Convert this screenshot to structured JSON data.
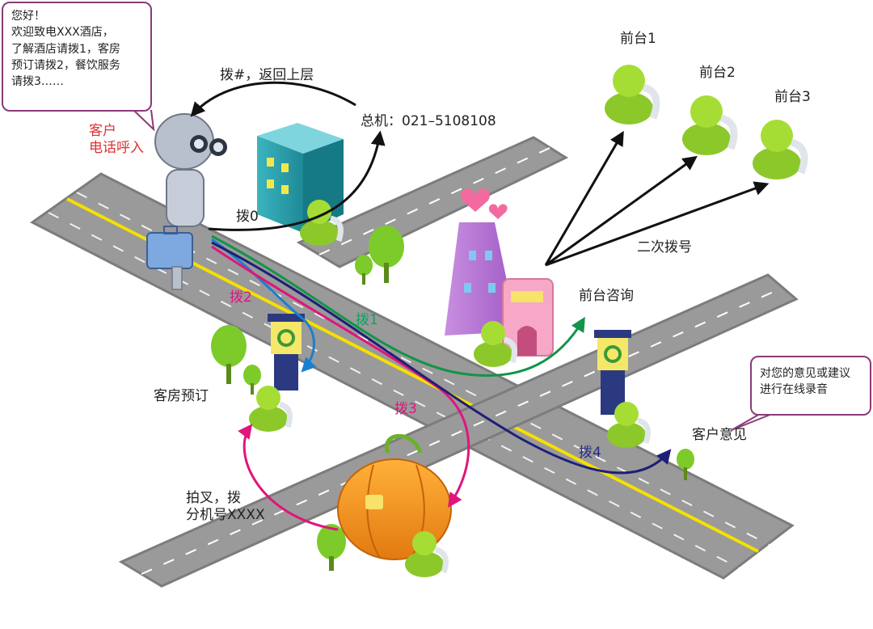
{
  "welcome_bubble": {
    "lines": [
      "您好！",
      "欢迎致电XXX酒店，",
      "了解酒店请拨1，客房",
      "预订请拨2，餐饮服务",
      "请拨3……"
    ]
  },
  "customer_label": {
    "lines": [
      "客户",
      "电话呼入"
    ]
  },
  "main_line": "总机：021–5108108",
  "dial_hash": "拨#，返回上层",
  "dial_0": "拨0",
  "dial_1": "拨1",
  "dial_2": "拨2",
  "dial_3": "拨3",
  "dial_4": "拨4",
  "front_desks": [
    "前台1",
    "前台2",
    "前台3"
  ],
  "second_dial": "二次拨号",
  "front_desk_consult": "前台咨询",
  "room_booking": "客房预订",
  "extension": {
    "lines": [
      "拍叉，拨",
      "分机号XXXX"
    ]
  },
  "feedback": "客户意见",
  "recording_bubble": {
    "lines": [
      "对您的意见或建议",
      "进行在线录音"
    ]
  },
  "colors": {
    "road": "#9a9a9a",
    "road_edge": "#808080",
    "center_line": "#f5e000",
    "dial1": "#12944a",
    "dial2": "#1a7fd0",
    "dial3": "#e0157d",
    "dial4": "#1f1f78",
    "red_label": "#e03030",
    "dial1_label": "#10a060",
    "dial2_label": "#e0157d",
    "dial4_label": "#2a2a8a",
    "bubble_border": "#8a3a78",
    "agent_green": "#9ad62c"
  }
}
